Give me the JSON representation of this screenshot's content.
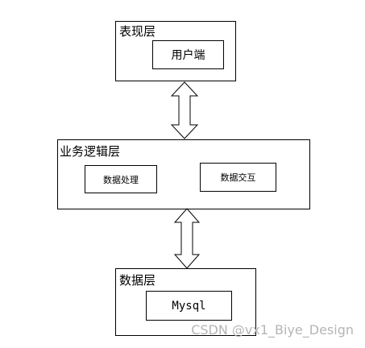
{
  "presentation_layer": {
    "label": "表现层",
    "modules": [
      "用户端"
    ]
  },
  "business_layer": {
    "label": "业务逻辑层",
    "modules": [
      "数据处理",
      "数据交互"
    ]
  },
  "data_layer": {
    "label": "数据层",
    "modules": [
      "Mysql"
    ]
  },
  "watermark": "CSDN @vx1_Biye_Design"
}
